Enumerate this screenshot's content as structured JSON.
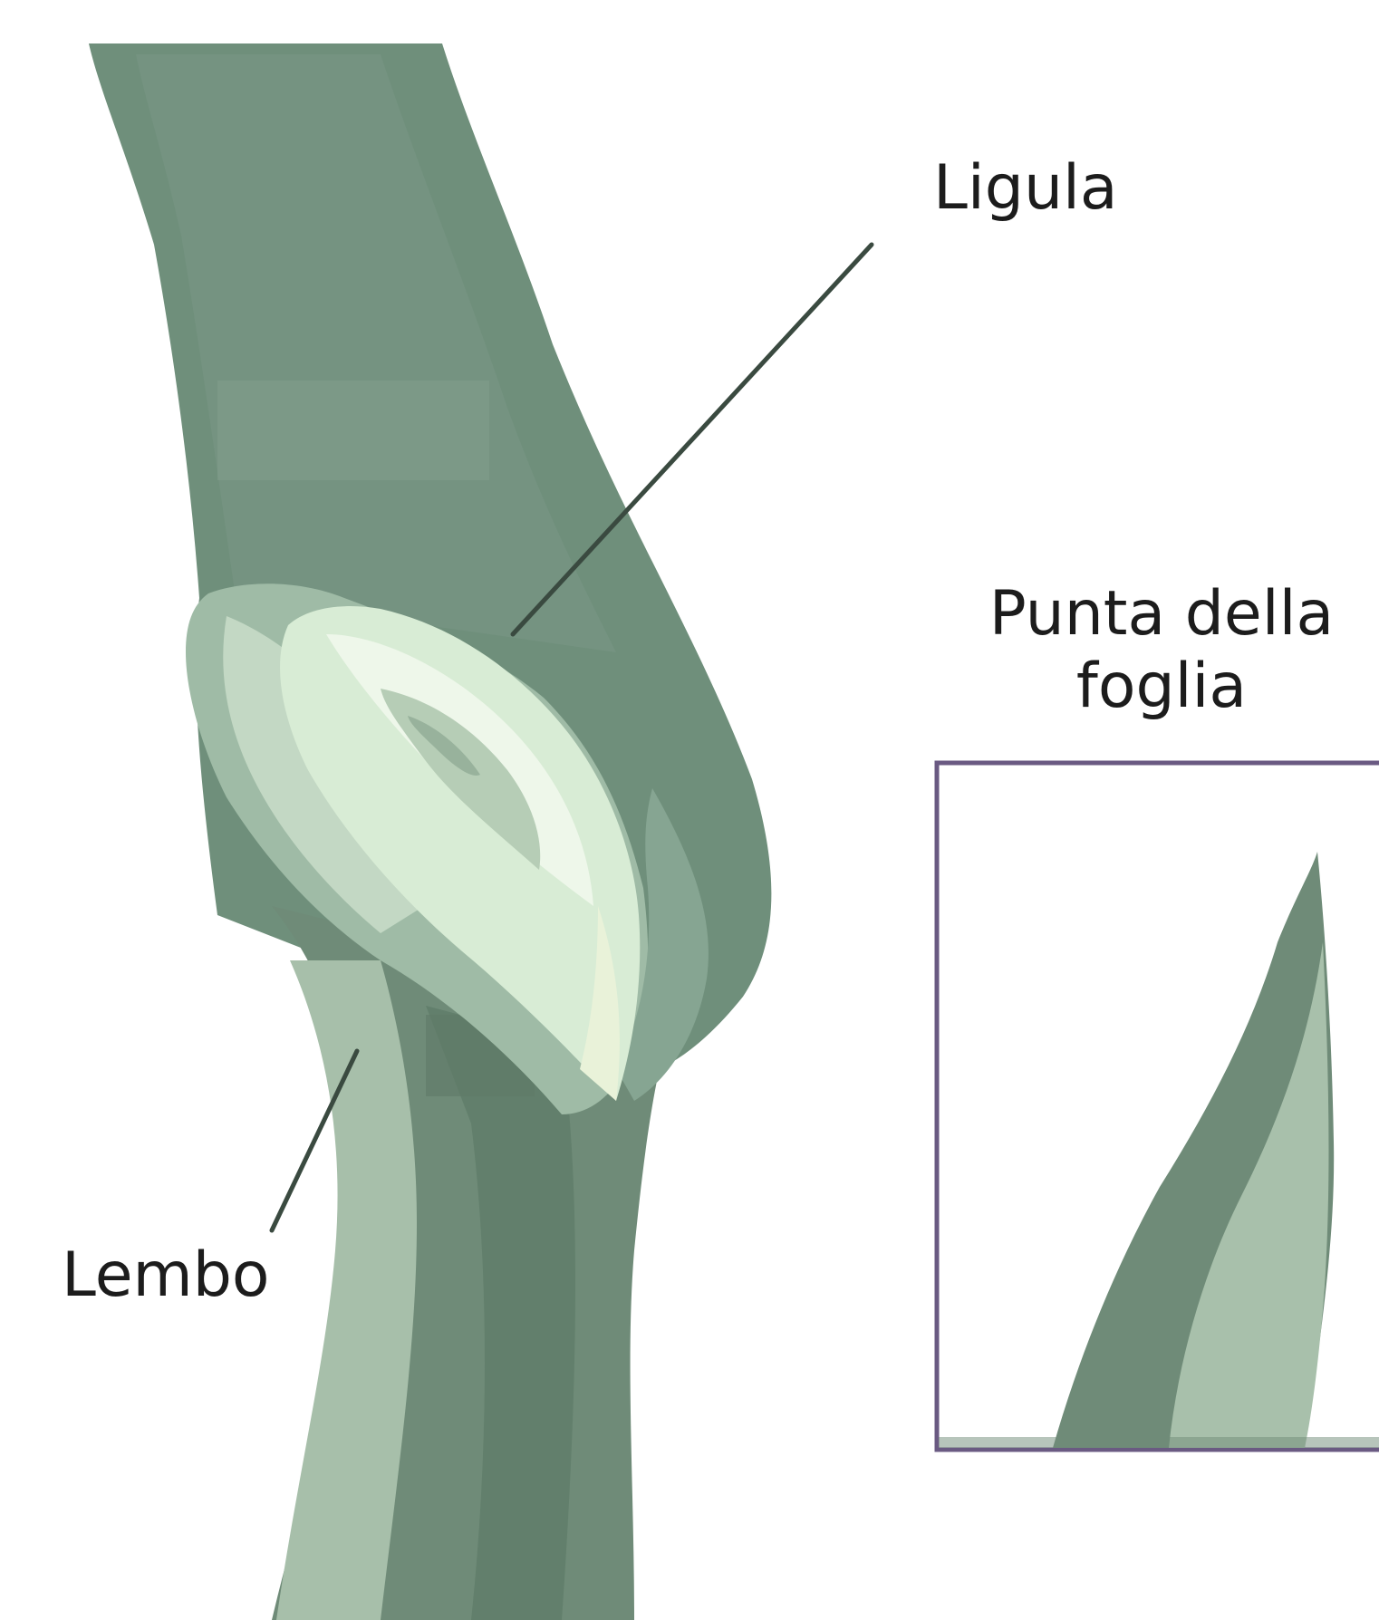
{
  "labels": {
    "ligula": "Ligula",
    "lembo": "Lembo",
    "leaf_tip_line1": "Punta della",
    "leaf_tip_line2": "foglia"
  },
  "colors": {
    "background": "#ffffff",
    "blade_dark": "#6b8977",
    "blade_mid": "#7f9c89",
    "blade_light": "#a9c2ad",
    "ligule_light": "#d9ecd8",
    "ligule_pale": "#eef7ea",
    "leader_line": "#3a4a40",
    "inset_frame": "#6a5a82",
    "text": "#1c1c1c"
  }
}
